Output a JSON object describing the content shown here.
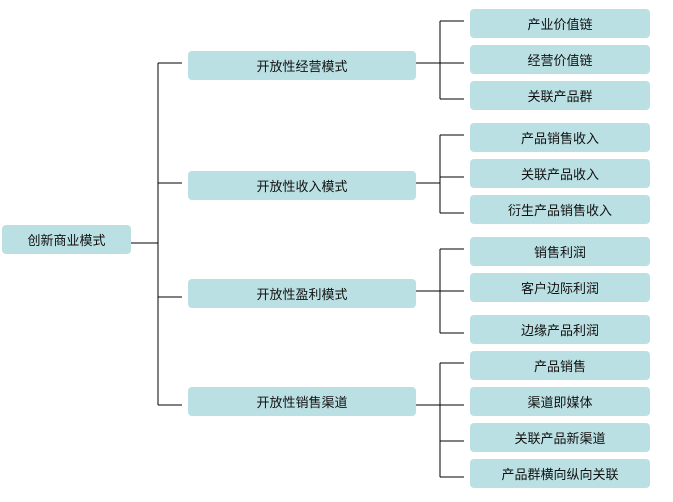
{
  "root": {
    "label": "创新商业模式"
  },
  "branches": [
    {
      "label": "开放性经营模式",
      "children": [
        "产业价值链",
        "经营价值链",
        "关联产品群"
      ]
    },
    {
      "label": "开放性收入模式",
      "children": [
        "产品销售收入",
        "关联产品收入",
        "衍生产品销售收入"
      ]
    },
    {
      "label": "开放性盈利模式",
      "children": [
        "销售利润",
        "客户边际利润",
        "边缘产品利润"
      ]
    },
    {
      "label": "开放性销售渠道",
      "children": [
        "产品销售",
        "渠道即媒体",
        "关联产品新渠道",
        "产品群横向纵向关联"
      ]
    }
  ],
  "colors": {
    "box": "#bbe0e3",
    "line": "#000000"
  }
}
